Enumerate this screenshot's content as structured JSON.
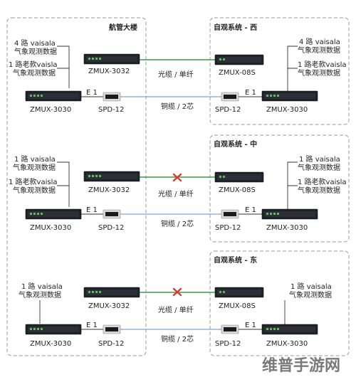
{
  "panels": {
    "west": {
      "left_title": "航管大楼",
      "right_title": "自观系统 - 西",
      "left_notes": [
        "4 路 vaisala",
        "气象观测数据",
        "1 路老款vaisla",
        "气象观测数据"
      ],
      "right_notes": [
        "4 路 vaisala",
        "气象观测数据",
        "1 路老款vaisla",
        "气象观测数据"
      ],
      "top_left_device": "ZMUX-3032",
      "top_right_device": "ZMUX-08S",
      "bottom_left_device": "ZMUX-3030",
      "bottom_right_device": "ZMUX-3030",
      "spd_left": "SPD-12",
      "spd_right": "SPD-12",
      "e1_left": "E 1",
      "e1_right": "E 1",
      "fiber_label": "光缆 / 单纤",
      "copper_label": "铜缆 / 2芯",
      "fiber_broken": false
    },
    "middle": {
      "right_title": "自观系统 - 中",
      "left_notes": [
        "1 路 vaisala",
        "气象观测数据",
        "1 路老款vaisla",
        "气象观测数据"
      ],
      "right_notes": [
        "1 路 vaisala",
        "气象观测数据",
        "1 路老款vaisla",
        "气象观测数据"
      ],
      "top_left_device": "ZMUX-3032",
      "top_right_device": "ZMUX-08S",
      "bottom_left_device": "ZMUX-3030",
      "bottom_right_device": "ZMUX-3030",
      "spd_left": "SPD-12",
      "spd_right": "SPD-12",
      "e1_left": "E 1",
      "e1_right": "E 1",
      "fiber_label": "光缆 / 单纤",
      "copper_label": "铜缆 / 2芯",
      "fiber_broken": true
    },
    "east": {
      "right_title": "自观系统 - 东",
      "left_notes": [
        "1 路 vaisala",
        "气象观测数据"
      ],
      "right_notes": [
        "1 路 vaisala",
        "气象观测数据"
      ],
      "top_left_device": "ZMUX-3032",
      "top_right_device": "ZMUX-08S",
      "bottom_left_device": "ZMUX-3030",
      "bottom_right_device": "ZMUX-3030",
      "spd_left": "SPD-12",
      "spd_right": "SPD-12",
      "e1_left": "E 1",
      "e1_right": "E 1",
      "fiber_label": "光缆 / 单纤",
      "copper_label": "铜缆 / 2芯",
      "fiber_broken": true
    }
  },
  "watermark": "维普手游网",
  "colors": {
    "fiber": "#3a9a4a",
    "copper": "#5b8fd6",
    "break_mark": "#d93a2f",
    "frame": "#9a9a9a"
  }
}
